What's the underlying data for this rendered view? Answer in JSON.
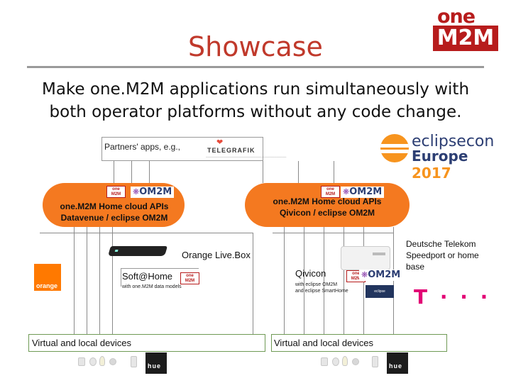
{
  "slide": {
    "title": "Showcase",
    "subtitle_line1": "Make one.M2M applications run simultaneously with",
    "subtitle_line2": "both operator platforms without any code change."
  },
  "logos": {
    "onem2m_top": "one",
    "onem2m_bottom": "M2M",
    "eclipsecon_line1": "eclipsecon",
    "eclipsecon_line2": "Europe",
    "eclipsecon_year": "2017",
    "telegrafik_name": "TELEGRAFIK",
    "orange_brand": "orange",
    "mini_one": "one M2M",
    "mini_om2m": "OM2M",
    "telekom_logo": "T · · ·"
  },
  "partners": {
    "label": "Partners' apps, e.g.,"
  },
  "clouds": {
    "left_line1": "one.M2M Home cloud APIs",
    "left_line2": "Datavenue / eclipse OM2M",
    "right_line1": "one.M2M Home cloud APIs",
    "right_line2": "Qivicon / eclipse OM2M"
  },
  "gateways": {
    "livebox_label": "Orange Live.Box",
    "soft_label": "Soft@Home",
    "soft_sub": "with one.M2M data models",
    "qivicon_label": "Qivicon",
    "qivicon_sub1": "with eclipse OM2M",
    "qivicon_sub2": "and eclipse SmartHome",
    "speedport_label": "Deutsche Telekom Speedport or home base"
  },
  "devices": {
    "left_label": "Virtual and local devices",
    "right_label": "Virtual and local devices",
    "hue_label": "hue"
  },
  "colors": {
    "title": "#c0392b",
    "cloud_fill": "#f47920",
    "device_border": "#6f9a55",
    "onem2m_red": "#b71c1c",
    "telekom_magenta": "#e20074",
    "orange_brand": "#ff7900"
  }
}
